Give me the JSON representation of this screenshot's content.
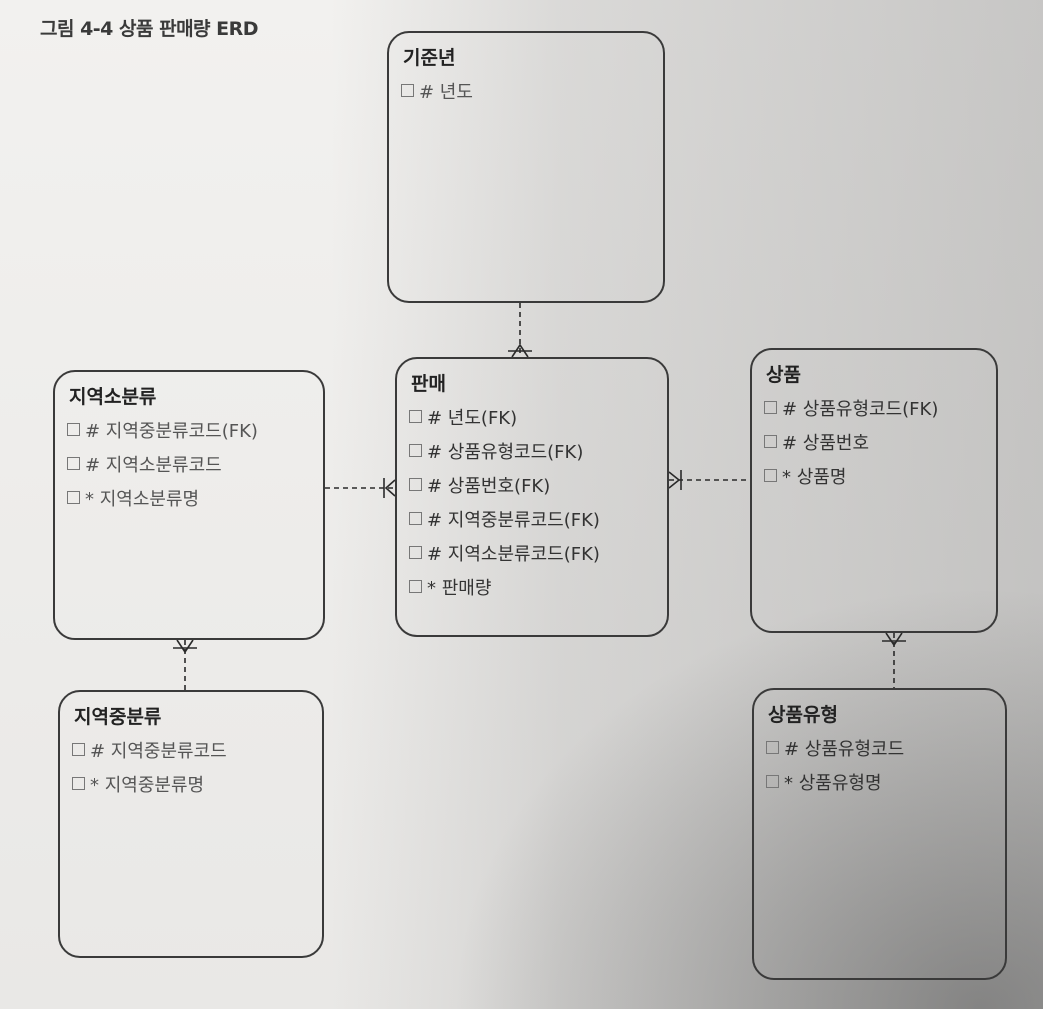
{
  "figure": {
    "title": "그림 4-4 상품 판매량 ERD"
  },
  "entities": {
    "base_year": {
      "name": "기준년",
      "attributes": [
        "# 년도"
      ]
    },
    "sales": {
      "name": "판매",
      "attributes": [
        "# 년도(FK)",
        "# 상품유형코드(FK)",
        "# 상품번호(FK)",
        "# 지역중분류코드(FK)",
        "# 지역소분류코드(FK)",
        "* 판매량"
      ]
    },
    "region_small": {
      "name": "지역소분류",
      "attributes": [
        "# 지역중분류코드(FK)",
        "# 지역소분류코드",
        "* 지역소분류명"
      ]
    },
    "region_mid": {
      "name": "지역중분류",
      "attributes": [
        "# 지역중분류코드",
        "* 지역중분류명"
      ]
    },
    "product": {
      "name": "상품",
      "attributes": [
        "# 상품유형코드(FK)",
        "# 상품번호",
        "* 상품명"
      ]
    },
    "product_type": {
      "name": "상품유형",
      "attributes": [
        "# 상품유형코드",
        "* 상품유형명"
      ]
    }
  },
  "relationships": [
    {
      "from": "기준년",
      "to": "판매",
      "cardinality": "one-to-many"
    },
    {
      "from": "지역소분류",
      "to": "판매",
      "cardinality": "one-to-many"
    },
    {
      "from": "상품",
      "to": "판매",
      "cardinality": "one-to-many"
    },
    {
      "from": "지역중분류",
      "to": "지역소분류",
      "cardinality": "one-to-many"
    },
    {
      "from": "상품유형",
      "to": "상품",
      "cardinality": "one-to-many"
    }
  ]
}
